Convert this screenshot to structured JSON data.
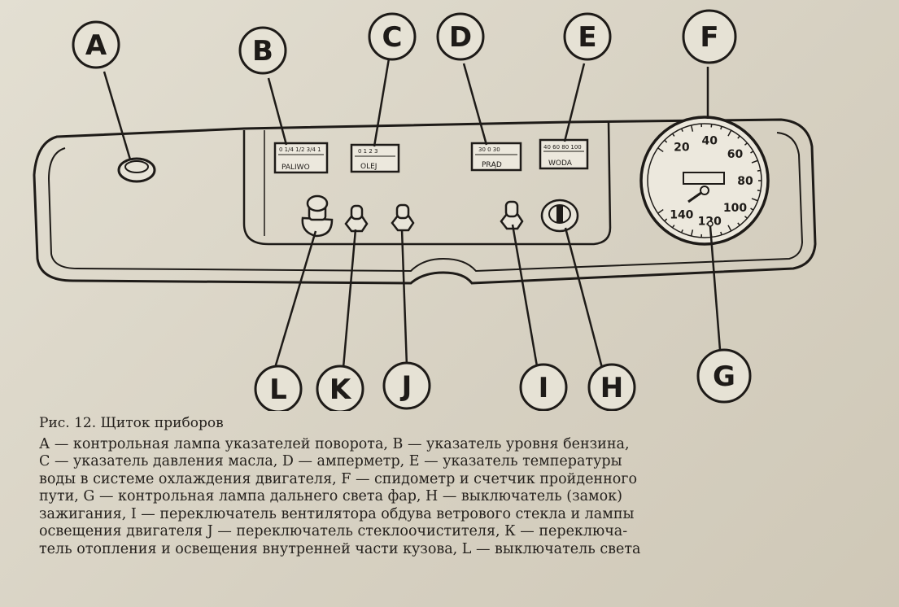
{
  "callouts": {
    "A": "A",
    "B": "B",
    "C": "C",
    "D": "D",
    "E": "E",
    "F": "F",
    "G": "G",
    "H": "H",
    "I": "I",
    "J": "J",
    "K": "K",
    "L": "L"
  },
  "gauges": {
    "fuel": {
      "label": "PALIWO",
      "scale": "0  1/4  1/2  3/4  1"
    },
    "oil": {
      "label": "OLEJ",
      "scale": "0  1  2  3"
    },
    "amp": {
      "label": "PRĄD",
      "scale": "30  0  30"
    },
    "water": {
      "label": "WODA",
      "scale": "40  60  80  100"
    }
  },
  "speedometer": {
    "marks": [
      "20",
      "40",
      "60",
      "80",
      "100",
      "120",
      "140"
    ]
  },
  "caption": {
    "title": "Рис. 12. Щиток приборов",
    "body": "А — контрольная лампа указателей поворота, В — указатель уровня бензина,\nС — указатель давления масла, D — амперметр, Е — указатель температуры\nводы в системе охлаждения двигателя, F — спидометр и счетчик пройденного\nпути, G — контрольная лампа дальнего света фар, Н — выключатель (замок)\nзажигания, I — переключатель вентилятора обдува ветрового стекла и лампы\nосвещения двигателя J — переключатель стеклоочистителя, К — переключа-\nтель отопления и освещения внутренней части кузова, L — выключатель света"
  }
}
